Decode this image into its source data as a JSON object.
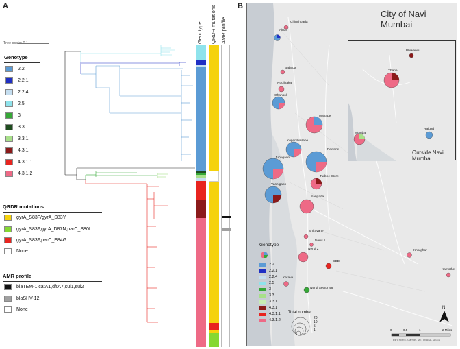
{
  "panels": {
    "a": "A",
    "b": "B"
  },
  "tree": {
    "scale_label": "Tree scale: 0.1"
  },
  "column_labels": {
    "genotype": "Genotype",
    "qrdr": "QRDR mutations",
    "amr": "AMR profile"
  },
  "genotype_legend": {
    "title": "Genotype",
    "items": [
      {
        "label": "2.2",
        "color": "#5b9bd5"
      },
      {
        "label": "2.2.1",
        "color": "#1f2fc4"
      },
      {
        "label": "2.2.4",
        "color": "#c5def0"
      },
      {
        "label": "2.5",
        "color": "#8fe3ec"
      },
      {
        "label": "3",
        "color": "#36a837"
      },
      {
        "label": "3.3",
        "color": "#1f4d1f"
      },
      {
        "label": "3.3.1",
        "color": "#a8e08a"
      },
      {
        "label": "4.3.1",
        "color": "#8b1a1a"
      },
      {
        "label": "4.3.1.1",
        "color": "#e8241f"
      },
      {
        "label": "4.3.1.2",
        "color": "#ee6a86"
      }
    ]
  },
  "qrdr_legend": {
    "title": "QRDR mutations",
    "items": [
      {
        "label": "gyrA_S83F/gyrA_S83Y",
        "color": "#f5d20c"
      },
      {
        "label": "gyrA_S83F,gyrA_D87N,parC_S80I",
        "color": "#84d832"
      },
      {
        "label": "gyrA_S83F,parC_E84G",
        "color": "#e8241f"
      },
      {
        "label": "None",
        "color": "#ffffff"
      }
    ]
  },
  "amr_legend": {
    "title": "AMR profile",
    "items": [
      {
        "label": "blaTEM-1,catA1,dfrA7,sul1,sul2",
        "color": "#111111"
      },
      {
        "label": "blaSHV-12",
        "color": "#a0a0a0"
      },
      {
        "label": "None",
        "color": "#ffffff"
      }
    ]
  },
  "map": {
    "title": "City of Navi Mumbai",
    "inset_label": "Outside Navi Mumbai",
    "places": [
      "Chinchpada",
      "Airoli",
      "Babada",
      "Nocilnaka",
      "Ghansoli",
      "Mahape",
      "Koparkhairane",
      "Pawane",
      "Juhugaon",
      "Turbhe Store",
      "Vashigaon",
      "Sanpada",
      "Shiravane",
      "Nerul 1",
      "Nerul 2",
      "CBD",
      "Kharghar",
      "Karave",
      "Nerul Sector 48",
      "Kamothe",
      "Bhiwandi",
      "Thane",
      "Mumbai",
      "Raigad"
    ],
    "legend_title": "Genotype",
    "legend_items": [
      "2.2",
      "2.2.1",
      "2.2.4",
      "2.5",
      "3",
      "3.3",
      "3.3.1",
      "4.3.1",
      "4.3.1.1",
      "4.3.1.2"
    ],
    "size_title": "Total number",
    "size_values": [
      "20",
      "10",
      "5",
      "1"
    ],
    "north": "N",
    "scale_ticks": [
      "0",
      "0.5",
      "1",
      "2 Miles"
    ],
    "attribution": "Esri, HERE, Garmin, METI/NASA, USGS"
  }
}
